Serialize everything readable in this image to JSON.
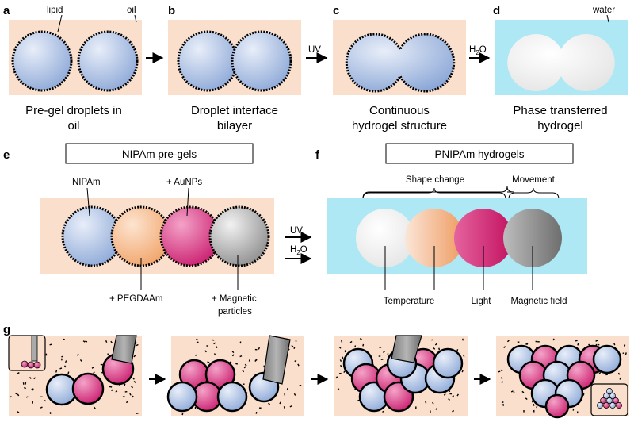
{
  "panels": {
    "a": {
      "letter": "a",
      "caption": [
        "Pre-gel droplets in",
        "oil"
      ],
      "lipid_label": "lipid",
      "oil_label": "oil"
    },
    "b": {
      "letter": "b",
      "caption": [
        "Droplet interface",
        "bilayer"
      ]
    },
    "c": {
      "letter": "c",
      "caption": [
        "Continuous",
        "hydrogel structure"
      ],
      "arrow_label": "UV"
    },
    "d": {
      "letter": "d",
      "caption": [
        "Phase transferred",
        "hydrogel"
      ],
      "arrow_label": "H",
      "arrow_label_sub": "2",
      "arrow_label_tail": "O",
      "water_label": "water"
    },
    "e": {
      "letter": "e",
      "box_title": "NIPAm pre-gels",
      "label_nipam": "NIPAm",
      "label_aunps": "+ AuNPs",
      "label_pegdaam": "+ PEGDAAm",
      "label_magnetic": [
        "+ Magnetic",
        "particles"
      ]
    },
    "ef_arrows": {
      "uv": "UV",
      "h2o": "H",
      "h2o_sub": "2",
      "h2o_tail": "O"
    },
    "f": {
      "letter": "f",
      "box_title": "PNIPAm hydrogels",
      "shape_change": "Shape change",
      "movement": "Movement",
      "stimuli": [
        "Temperature",
        "Light",
        "Magnetic field"
      ]
    },
    "g": {
      "letter": "g"
    }
  },
  "colors": {
    "oil_bg": "#f9dfcc",
    "water_bg": "#ade8f4",
    "blue_droplet": "#a7bce0",
    "orange_droplet": "#f3b482",
    "pink_droplet": "#d9488a",
    "grey_droplet": "#9a9a9a",
    "white_hydrogel": "#f2f2f2"
  }
}
